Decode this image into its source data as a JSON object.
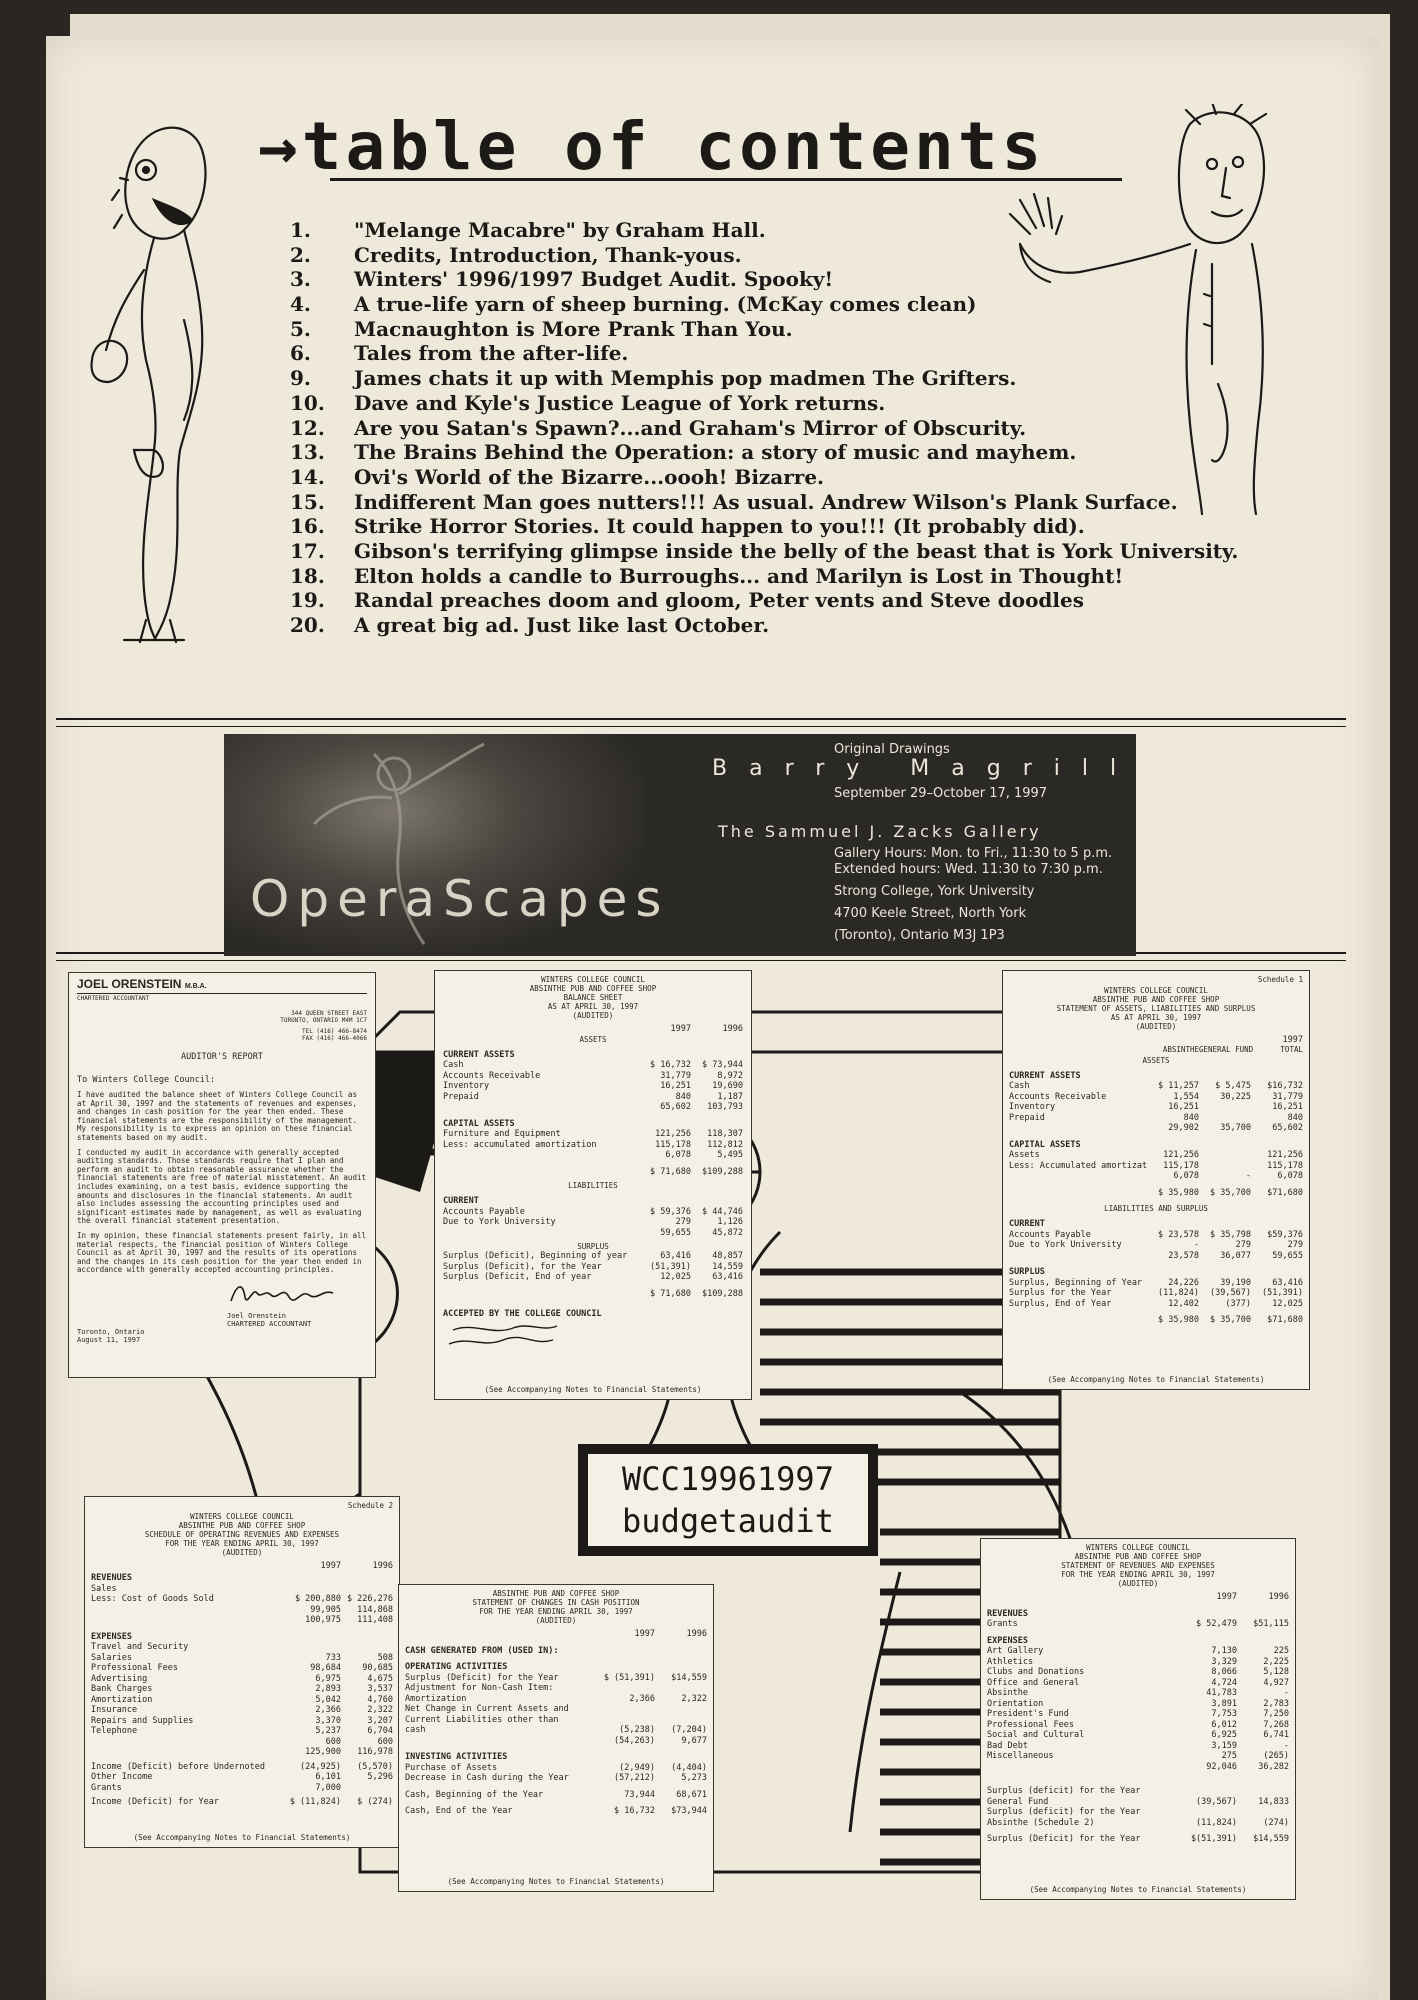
{
  "title": "table of contents",
  "title_arrow": "→",
  "toc": [
    {
      "num": "1.",
      "text": "\"Melange Macabre\" by Graham Hall."
    },
    {
      "num": "2.",
      "text": "Credits, Introduction, Thank-yous."
    },
    {
      "num": "3.",
      "text": "Winters' 1996/1997 Budget Audit.  Spooky!"
    },
    {
      "num": "4.",
      "text": "A true-life yarn of sheep burning.  (McKay comes clean)"
    },
    {
      "num": "5.",
      "text": "Macnaughton is More Prank Than You."
    },
    {
      "num": "6.",
      "text": "Tales from the after-life."
    },
    {
      "num": "9.",
      "text": "James chats it up with Memphis pop madmen The Grifters."
    },
    {
      "num": "10.",
      "text": "Dave and Kyle's Justice League of York returns."
    },
    {
      "num": "12.",
      "text": "Are you Satan's Spawn?...and Graham's Mirror of Obscurity."
    },
    {
      "num": "13.",
      "text": "The Brains Behind the Operation: a story of music and mayhem."
    },
    {
      "num": "14.",
      "text": "Ovi's World of the Bizarre...oooh! Bizarre."
    },
    {
      "num": "15.",
      "text": "Indifferent Man goes nutters!!!  As usual.  Andrew Wilson's Plank Surface."
    },
    {
      "num": "16.",
      "text": "Strike Horror Stories.  It could happen to you!!! (It probably did)."
    },
    {
      "num": "17.",
      "text": "Gibson's terrifying glimpse inside the belly of the beast that is York University."
    },
    {
      "num": "18.",
      "text": "Elton holds a candle to Burroughs... and Marilyn is Lost in Thought!"
    },
    {
      "num": "19.",
      "text": "Randal preaches doom and gloom, Peter vents and Steve doodles"
    },
    {
      "num": "20.",
      "text": "A great big ad.  Just like last October."
    }
  ],
  "ad": {
    "title": "OperaScapes",
    "kicker": "Original Drawings",
    "artist": "Barry Magrill",
    "dates": "September 29–October 17, 1997",
    "gallery": "The Sammuel J. Zacks Gallery",
    "hours1": "Gallery Hours: Mon. to Fri., 11:30 to 5 p.m.",
    "hours2": "Extended hours: Wed. 11:30 to 7:30 p.m.",
    "addr1": "Strong College, York University",
    "addr2": "4700 Keele Street, North York",
    "addr3": "(Toronto), Ontario M3J 1P3"
  },
  "badge": {
    "line1": "WCC19961997",
    "line2": "budgetaudit"
  },
  "auditor": {
    "firm": "JOEL ORENSTEIN",
    "firm_suffix": "M.B.A.",
    "firm_sub": "CHARTERED ACCOUNTANT",
    "address1": "344 QUEEN STREET EAST",
    "address2": "TORONTO, ONTARIO M4M 1C7",
    "tel": "TEL (416) 466-8474",
    "fax": "FAX (416) 466-4066",
    "heading": "AUDITOR'S REPORT",
    "salutation": "To Winters College Council:",
    "p1": "I have audited the balance sheet of Winters College Council as at April 30, 1997 and the statements of revenues and expenses, and changes in cash position for the year then ended. These financial statements are the responsibility of the management. My responsibility is to express an opinion on these financial statements based on my audit.",
    "p2": "I conducted my audit in accordance with generally accepted auditing standards. Those standards require that I plan and perform an audit to obtain reasonable assurance whether the financial statements are free of material misstatement. An audit includes examining, on a test basis, evidence supporting the amounts and disclosures in the financial statements. An audit also includes assessing the accounting principles used and significant estimates made by management, as well as evaluating the overall financial statement presentation.",
    "p3": "In my opinion, these financial statements present fairly, in all material respects, the financial position of Winters College Council as at April 30, 1997 and the results of its operations and the changes in its cash position for the year then ended in accordance with generally accepted accounting principles.",
    "sig_name": "Joel Orenstein",
    "sig_title": "CHARTERED ACCOUNTANT",
    "place": "Toronto, Ontario",
    "date": "August 11, 1997"
  },
  "balance": {
    "h1": "WINTERS COLLEGE COUNCIL",
    "h2": "ABSINTHE PUB AND COFFEE SHOP",
    "h3": "BALANCE SHEET",
    "h4": "AS AT APRIL 30, 1997",
    "h5": "(AUDITED)",
    "col1": "1997",
    "col2": "1996",
    "assets": "ASSETS",
    "current_assets": "CURRENT ASSETS",
    "rows1": [
      {
        "l": "Cash",
        "a": "$ 16,732",
        "b": "$ 73,944"
      },
      {
        "l": "Accounts Receivable",
        "a": "31,779",
        "b": "8,972"
      },
      {
        "l": "Inventory",
        "a": "16,251",
        "b": "19,690"
      },
      {
        "l": "Prepaid",
        "a": "840",
        "b": "1,187"
      },
      {
        "l": "",
        "a": "65,602",
        "b": "103,793"
      }
    ],
    "capital_assets": "CAPITAL ASSETS",
    "rows2": [
      {
        "l": "Furniture and Equipment",
        "a": "121,256",
        "b": "118,307"
      },
      {
        "l": "Less: accumulated amortization",
        "a": "115,178",
        "b": "112,812"
      },
      {
        "l": "",
        "a": "6,078",
        "b": "5,495"
      },
      {
        "l": "",
        "a": "$ 71,680",
        "b": "$109,288"
      }
    ],
    "liabilities": "LIABILITIES",
    "current": "CURRENT",
    "rows3": [
      {
        "l": "Accounts Payable",
        "a": "$ 59,376",
        "b": "$ 44,746"
      },
      {
        "l": "Due to York University",
        "a": "279",
        "b": "1,126"
      },
      {
        "l": "",
        "a": "59,655",
        "b": "45,872"
      }
    ],
    "surplus": "SURPLUS",
    "rows4": [
      {
        "l": "Surplus (Deficit), Beginning of year",
        "a": "63,416",
        "b": "48,857"
      },
      {
        "l": "Surplus (Deficit), for the Year",
        "a": "(51,391)",
        "b": "14,559"
      },
      {
        "l": "Surplus (Deficit, End of year",
        "a": "12,025",
        "b": "63,416"
      },
      {
        "l": "",
        "a": "$ 71,680",
        "b": "$109,288"
      }
    ],
    "accepted": "ACCEPTED BY THE COLLEGE COUNCIL",
    "note": "(See Accompanying Notes to Financial Statements)"
  },
  "schedule1": {
    "h1": "WINTERS COLLEGE COUNCIL",
    "h2": "ABSINTHE PUB AND COFFEE SHOP",
    "h3": "STATEMENT OF ASSETS, LIABILITIES AND SURPLUS",
    "h4": "AS AT APRIL 30, 1997",
    "h5": "(AUDITED)",
    "tag": "Schedule 1",
    "year": "1997",
    "cols": [
      "ABSINTHE",
      "GENERAL FUND",
      "TOTAL"
    ],
    "assets": "ASSETS",
    "current_assets": "CURRENT ASSETS",
    "rows1": [
      {
        "l": "Cash",
        "a": "$ 11,257",
        "b": "$ 5,475",
        "c": "$16,732"
      },
      {
        "l": "Accounts Receivable",
        "a": "1,554",
        "b": "30,225",
        "c": "31,779"
      },
      {
        "l": "Inventory",
        "a": "16,251",
        "b": "",
        "c": "16,251"
      },
      {
        "l": "Prepaid",
        "a": "840",
        "b": "",
        "c": "840"
      },
      {
        "l": "",
        "a": "29,902",
        "b": "35,700",
        "c": "65,602"
      }
    ],
    "capital_assets": "CAPITAL ASSETS",
    "rows2": [
      {
        "l": "Assets",
        "a": "121,256",
        "b": "",
        "c": "121,256"
      },
      {
        "l": "Less: Accumulated amortization",
        "a": "115,178",
        "b": "",
        "c": "115,178"
      },
      {
        "l": "",
        "a": "6,078",
        "b": "-",
        "c": "6,078"
      },
      {
        "l": "",
        "a": "$ 35,980",
        "b": "$ 35,700",
        "c": "$71,680"
      }
    ],
    "liab": "LIABILITIES AND SURPLUS",
    "current": "CURRENT",
    "rows3": [
      {
        "l": "Accounts Payable",
        "a": "$ 23,578",
        "b": "$ 35,798",
        "c": "$59,376"
      },
      {
        "l": "Due to York University",
        "a": "-",
        "b": "279",
        "c": "279"
      },
      {
        "l": "",
        "a": "23,578",
        "b": "36,077",
        "c": "59,655"
      }
    ],
    "surplus": "SURPLUS",
    "rows4": [
      {
        "l": "Surplus, Beginning of Year",
        "a": "24,226",
        "b": "39,190",
        "c": "63,416"
      },
      {
        "l": "Surplus for the Year",
        "a": "(11,824)",
        "b": "(39,567)",
        "c": "(51,391)"
      },
      {
        "l": "Surplus, End of Year",
        "a": "12,402",
        "b": "(377)",
        "c": "12,025"
      },
      {
        "l": "",
        "a": "$ 35,980",
        "b": "$ 35,700",
        "c": "$71,680"
      }
    ],
    "note": "(See Accompanying Notes to Financial Statements)"
  },
  "schedule2": {
    "h1": "WINTERS COLLEGE COUNCIL",
    "h2": "ABSINTHE PUB AND COFFEE SHOP",
    "h3": "SCHEDULE OF OPERATING REVENUES AND EXPENSES",
    "h4": "FOR THE YEAR ENDING APRIL 30, 1997",
    "h5": "(AUDITED)",
    "tag": "Schedule 2",
    "col1": "1997",
    "col2": "1996",
    "revenues": "REVENUES",
    "rows1": [
      {
        "l": "Sales",
        "a": "",
        "b": ""
      },
      {
        "l": "Less: Cost of Goods Sold",
        "a": "$ 200,880",
        "b": "$ 226,276"
      },
      {
        "l": "",
        "a": "99,905",
        "b": "114,868"
      },
      {
        "l": "",
        "a": "100,975",
        "b": "111,408"
      }
    ],
    "expenses": "EXPENSES",
    "rows2": [
      {
        "l": "Travel and Security",
        "a": "",
        "b": ""
      },
      {
        "l": "Salaries",
        "a": "733",
        "b": "508"
      },
      {
        "l": "Professional Fees",
        "a": "98,684",
        "b": "90,685"
      },
      {
        "l": "Advertising",
        "a": "6,975",
        "b": "4,675"
      },
      {
        "l": "Bank Charges",
        "a": "2,893",
        "b": "3,537"
      },
      {
        "l": "Amortization",
        "a": "5,042",
        "b": "4,760"
      },
      {
        "l": "Insurance",
        "a": "2,366",
        "b": "2,322"
      },
      {
        "l": "Repairs and Supplies",
        "a": "3,370",
        "b": "3,207"
      },
      {
        "l": "Telephone",
        "a": "5,237",
        "b": "6,704"
      },
      {
        "l": "",
        "a": "600",
        "b": "600"
      },
      {
        "l": "",
        "a": "125,900",
        "b": "116,978"
      }
    ],
    "rows3": [
      {
        "l": "Income (Deficit) before Undernoted",
        "a": "(24,925)",
        "b": "(5,570)"
      },
      {
        "l": "Other Income",
        "a": "6,101",
        "b": "5,296"
      },
      {
        "l": "Grants",
        "a": "7,000",
        "b": ""
      },
      {
        "l": "Income (Deficit) for Year",
        "a": "$ (11,824)",
        "b": "$ (274)"
      }
    ],
    "note": "(See Accompanying Notes to Financial Statements)"
  },
  "cashflow": {
    "h1": "ABSINTHE PUB AND COFFEE SHOP",
    "h2": "STATEMENT OF CHANGES IN CASH POSITION",
    "h3": "FOR THE YEAR ENDING APRIL 30, 1997",
    "h4": "(AUDITED)",
    "col1": "1997",
    "col2": "1996",
    "gen": "CASH GENERATED FROM (USED IN):",
    "op": "OPERATING ACTIVITIES",
    "rows1": [
      {
        "l": "Surplus (Deficit) for the Year",
        "a": "$ (51,391)",
        "b": "$14,559"
      },
      {
        "l": "Adjustment for Non-Cash Item:",
        "a": "",
        "b": ""
      },
      {
        "l": "Amortization",
        "a": "2,366",
        "b": "2,322"
      },
      {
        "l": "Net Change in Current Assets and",
        "a": "",
        "b": ""
      },
      {
        "l": "Current Liabilities other than",
        "a": "",
        "b": ""
      },
      {
        "l": "cash",
        "a": "(5,238)",
        "b": "(7,204)"
      },
      {
        "l": "",
        "a": "(54,263)",
        "b": "9,677"
      }
    ],
    "inv": "INVESTING ACTIVITIES",
    "rows2": [
      {
        "l": "Purchase of Assets",
        "a": "(2,949)",
        "b": "(4,404)"
      },
      {
        "l": "Decrease in Cash during the Year",
        "a": "(57,212)",
        "b": "5,273"
      },
      {
        "l": "Cash, Beginning of the Year",
        "a": "73,944",
        "b": "68,671"
      },
      {
        "l": "Cash, End of the Year",
        "a": "$ 16,732",
        "b": "$73,944"
      }
    ],
    "note": "(See Accompanying Notes to Financial Statements)"
  },
  "general": {
    "h1": "WINTERS COLLEGE COUNCIL",
    "h2": "ABSINTHE PUB AND COFFEE SHOP",
    "h3": "STATEMENT OF REVENUES AND EXPENSES",
    "h4": "FOR THE YEAR ENDING APRIL 30, 1997",
    "h5": "(AUDITED)",
    "col1": "1997",
    "col2": "1996",
    "revenues": "REVENUES",
    "rows1": [
      {
        "l": "Grants",
        "a": "$ 52,479",
        "b": "$51,115"
      }
    ],
    "expenses": "EXPENSES",
    "rows2": [
      {
        "l": "Art Gallery",
        "a": "7,130",
        "b": "225"
      },
      {
        "l": "Athletics",
        "a": "3,329",
        "b": "2,225"
      },
      {
        "l": "Clubs and Donations",
        "a": "8,066",
        "b": "5,128"
      },
      {
        "l": "Office and General",
        "a": "4,724",
        "b": "4,927"
      },
      {
        "l": "Absinthe",
        "a": "41,783",
        "b": "-"
      },
      {
        "l": "Orientation",
        "a": "3,891",
        "b": "2,783"
      },
      {
        "l": "President's Fund",
        "a": "7,753",
        "b": "7,250"
      },
      {
        "l": "Professional Fees",
        "a": "6,012",
        "b": "7,268"
      },
      {
        "l": "Social and Cultural",
        "a": "6,925",
        "b": "6,741"
      },
      {
        "l": "Bad Debt",
        "a": "3,159",
        "b": "-"
      },
      {
        "l": "Miscellaneous",
        "a": "275",
        "b": "(265)"
      },
      {
        "l": "",
        "a": "92,046",
        "b": "36,282"
      }
    ],
    "rows3": [
      {
        "l": "Surplus (deficit) for the Year",
        "a": "",
        "b": ""
      },
      {
        "l": "General Fund",
        "a": "(39,567)",
        "b": "14,833"
      },
      {
        "l": "Surplus (deficit) for the Year",
        "a": "",
        "b": ""
      },
      {
        "l": "Absinthe (Schedule 2)",
        "a": "(11,824)",
        "b": "(274)"
      },
      {
        "l": "Surplus (Deficit) for the Year",
        "a": "$(51,391)",
        "b": "$14,559"
      }
    ],
    "note": "(See Accompanying Notes to Financial Statements)"
  }
}
